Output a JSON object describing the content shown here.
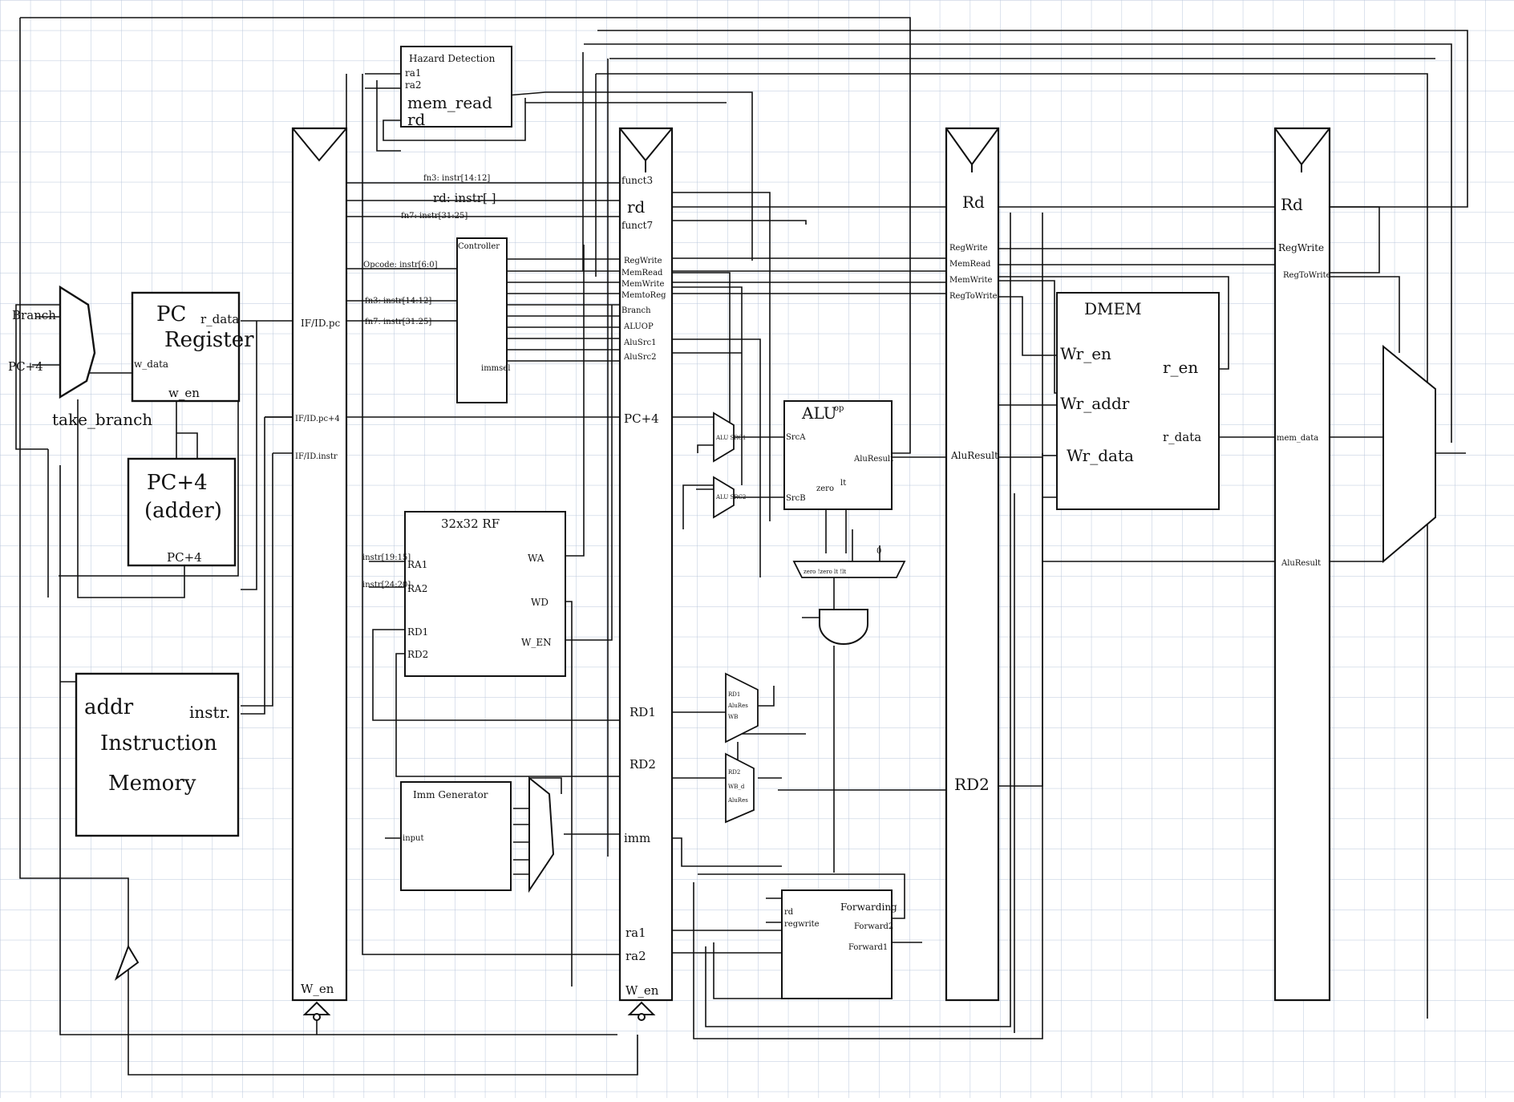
{
  "pc_mux": {
    "in_branch": "Branch",
    "in_pc4": "PC+4",
    "sel": "take_branch"
  },
  "pc_register": {
    "title1": "PC",
    "title2": "Register",
    "r_data": "r_data",
    "w_data": "w_data",
    "w_en": "w_en"
  },
  "pc4_adder": {
    "title1": "PC+4",
    "title2": "(adder)",
    "out": "PC+4"
  },
  "instruction_memory": {
    "addr": "addr",
    "instr": "instr.",
    "title1": "Instruction",
    "title2": "Memory"
  },
  "if_id": {
    "pc": "IF/ID.pc",
    "pc4": "IF/ID.pc+4",
    "instr": "IF/ID.instr",
    "w_en": "W_en"
  },
  "hazard": {
    "title": "Hazard Detection",
    "ra1": "ra1",
    "ra2": "ra2",
    "mem_read": "mem_read",
    "rd": "rd"
  },
  "decode_fields": {
    "fn3": "fn3: instr[14:12]",
    "rd": "rd: instr[ ]",
    "fn7": "fn7: instr[31:25]"
  },
  "controller": {
    "title": "Controller",
    "opcode": "Opcode: instr[6:0]",
    "fn3": "fn3: instr[14:12]",
    "fn7": "fn7: instr[31:25]",
    "imm": "immsel"
  },
  "regfile": {
    "title": "32x32 RF",
    "ra1_src": "instr[19:15]",
    "ra2_src": "instr[24:20]",
    "ra1": "RA1",
    "ra2": "RA2",
    "rd1": "RD1",
    "rd2": "RD2",
    "wa": "WA",
    "wd": "WD",
    "w_en": "W_EN"
  },
  "imm_gen": {
    "title": "Imm Generator",
    "input": "input"
  },
  "id_ex": {
    "funct3": "funct3",
    "rd": "rd",
    "funct7": "funct7",
    "ctrl": [
      "RegWrite",
      "MemRead",
      "MemWrite",
      "MemtoReg",
      "Branch",
      "ALUOP",
      "AluSrc1",
      "AluSrc2"
    ],
    "pc4": "PC+4",
    "rd1": "RD1",
    "rd2": "RD2",
    "imm": "imm",
    "ra1": "ra1",
    "ra2": "ra2",
    "w_en": "W_en"
  },
  "alu_mux1": "ALU SRC1",
  "alu_mux2": "ALU SRC2",
  "alu": {
    "title": "ALU",
    "op": "op",
    "srca": "SrcA",
    "srcb": "SrcB",
    "zero": "zero",
    "lt": "lt",
    "result": "AluResult"
  },
  "branch_mux": {
    "inputs": "zero  !zero  lt  !lt",
    "sel": "0"
  },
  "fwd_mux_a": {
    "a": "RD1",
    "b": "AluRes",
    "c": "WB"
  },
  "fwd_mux_b": {
    "a": "RD2",
    "b": "WB_d",
    "c": "AluRes"
  },
  "forwarding": {
    "title": "Forwarding",
    "rd": "rd",
    "regwrite": "regwrite",
    "forward2": "Forward2",
    "forward1": "Forward1"
  },
  "ex_mem": {
    "rd": "Rd",
    "ctrl": [
      "RegWrite",
      "MemRead",
      "MemWrite",
      "RegToWrite"
    ],
    "alu_result": "AluResult",
    "rd2": "RD2"
  },
  "dmem": {
    "title": "DMEM",
    "wr_en": "Wr_en",
    "r_en": "r_en",
    "wr_addr": "Wr_addr",
    "r_data": "r_data",
    "wr_data": "Wr_data"
  },
  "mem_wb": {
    "rd": "Rd",
    "regwrite": "RegWrite",
    "regtowrite": "RegToWrite",
    "mem_data": "mem_data",
    "alu_result": "AluResult"
  }
}
